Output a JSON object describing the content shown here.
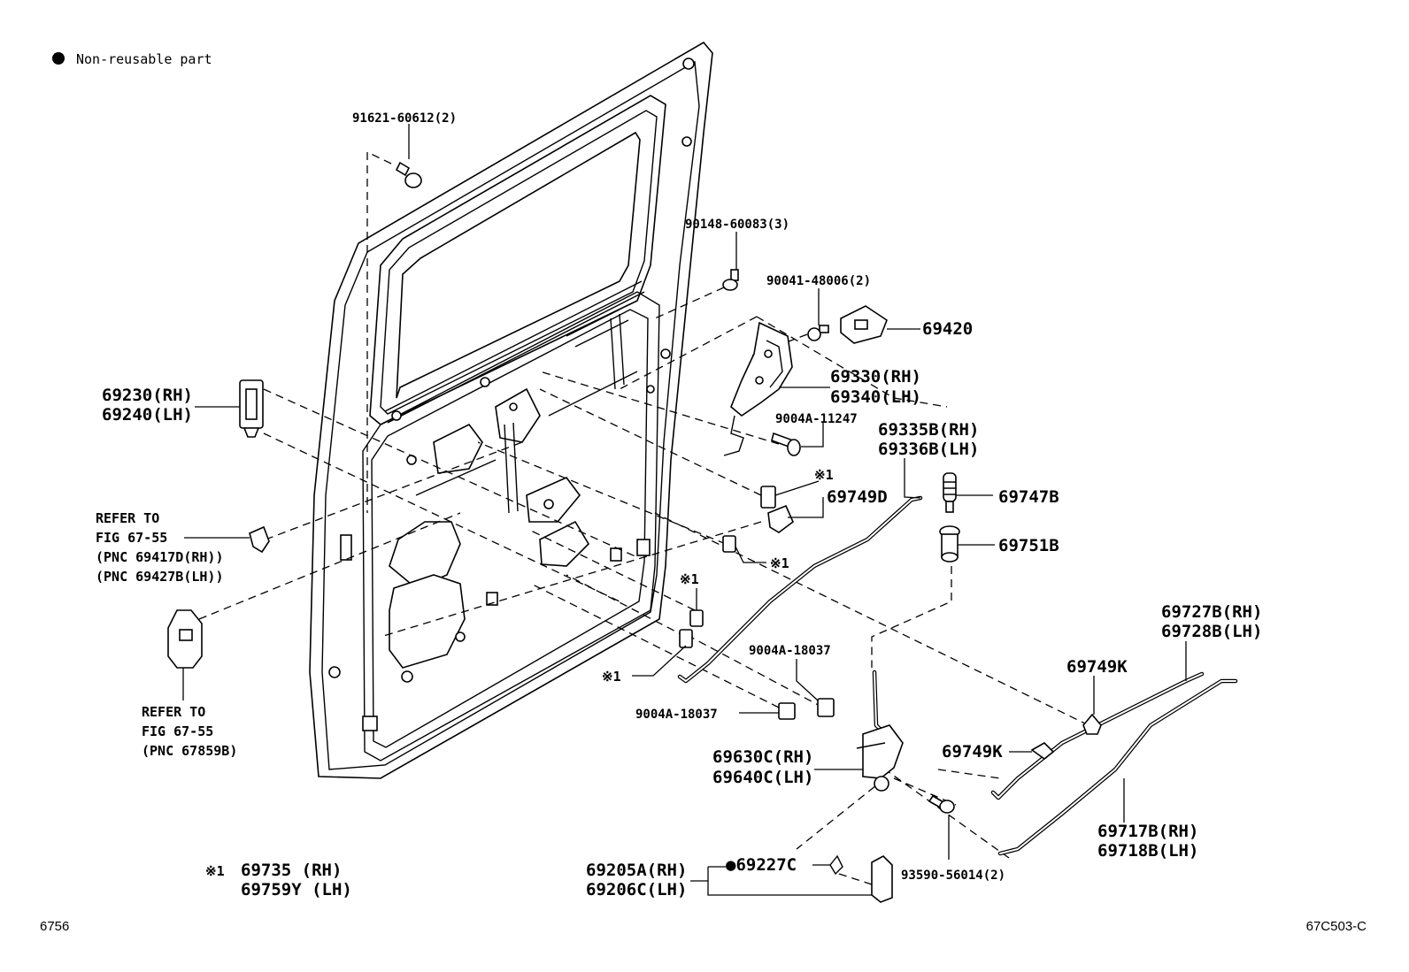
{
  "legend": {
    "symbol": "●",
    "text": "Non-reusable part"
  },
  "footnote": {
    "mark": "※1",
    "line1": "69735  (RH)",
    "line2": "69759Y (LH)"
  },
  "footer": {
    "left": "6756",
    "right": "67C503-C"
  },
  "labels": {
    "bolt_top": "91621-60612(2)",
    "screw_90148": "90148-60083(3)",
    "screw_90041": "90041-48006(2)",
    "p69420": "69420",
    "lock_rh": "69330(RH)",
    "lock_lh": "69340(LH)",
    "bolt_9004A_11247": "9004A-11247",
    "rod_rh": "69335B(RH)",
    "rod_lh": "69336B(LH)",
    "mark1_a": "※1",
    "p69749D": "69749D",
    "p69747B": "69747B",
    "p69751B": "69751B",
    "mark1_b": "※1",
    "mark1_c": "※1",
    "mark1_d": "※1",
    "hinge_rh": "69230(RH)",
    "hinge_lh": "69240(LH)",
    "refer1_l1": "REFER TO",
    "refer1_l2": "FIG 67-55",
    "refer1_l3": "(PNC 69417D(RH))",
    "refer1_l4": "(PNC 69427B(LH))",
    "refer2_l1": "REFER TO",
    "refer2_l2": "FIG 67-55",
    "refer2_l3": "(PNC 67859B)",
    "clip_9004A_18037_a": "9004A-18037",
    "clip_9004A_18037_b": "9004A-18037",
    "bellcrank_rh": "69630C(RH)",
    "bellcrank_lh": "69640C(LH)",
    "p69749K_a": "69749K",
    "p69749K_b": "69749K",
    "cable_rh": "69727B(RH)",
    "cable_lh": "69728B(LH)",
    "rod2_rh": "69717B(RH)",
    "rod2_lh": "69718B(LH)",
    "handle_rh": "69205A(RH)",
    "handle_lh": "69206C(LH)",
    "p69227C": "●69227C",
    "screw_93590": "93590-56014(2)"
  }
}
